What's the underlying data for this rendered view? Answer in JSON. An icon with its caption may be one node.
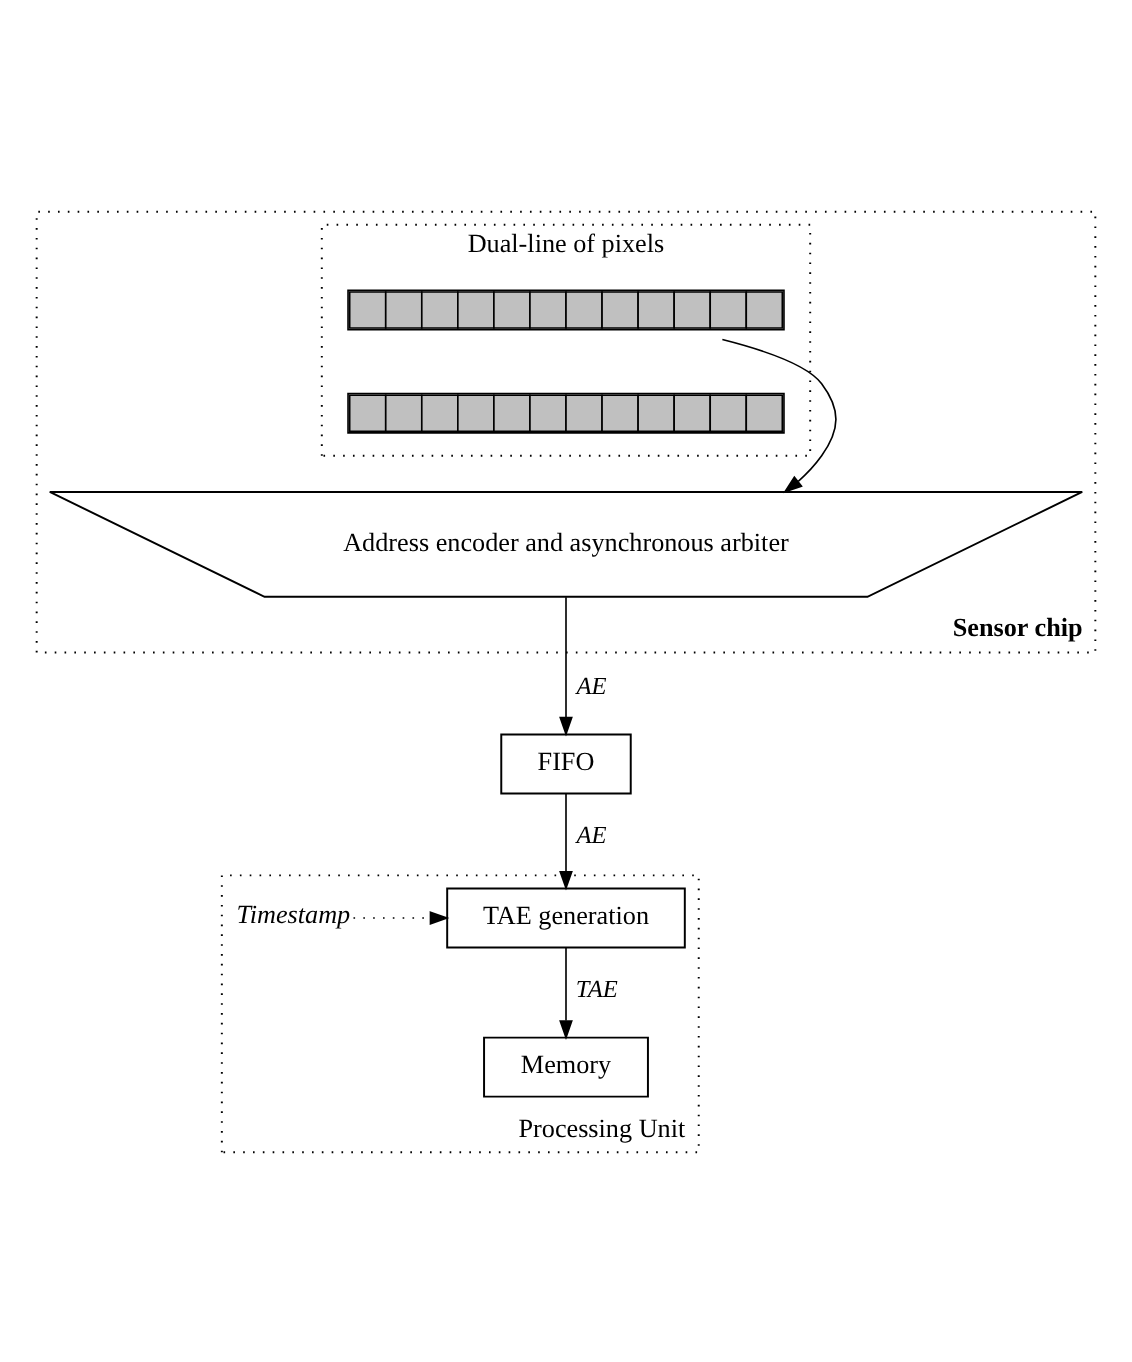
{
  "diagram": {
    "nodes": [
      {
        "text": [
          "Sensor chip"
        ]
      },
      {
        "text": [
          "Dual-line of pixels"
        ],
        "in": 0
      },
      {
        "text": [],
        "shape": "bar",
        "in": 1
      },
      {
        "text": [],
        "shape": "bar",
        "in": 1
      },
      {
        "text": [
          "Address encoder and asynchronous arbiter"
        ],
        "in": 0
      },
      {
        "text": [
          "FIFO"
        ]
      },
      {
        "text": [
          "Processing Unit"
        ]
      },
      {
        "text": [
          "TAE generation"
        ],
        "in": 6
      },
      {
        "text": [
          "Memory"
        ],
        "in": 6
      },
      {
        "text": [
          "Timestamp"
        ],
        "in": 6
      }
    ],
    "edges": [
      {
        "from": 2,
        "to": 4,
        "arrow": "to"
      },
      {
        "from": 4,
        "to": 5,
        "arrow": "to",
        "label": "AE"
      },
      {
        "from": 5,
        "to": 7,
        "arrow": "to",
        "label": "AE"
      },
      {
        "from": 9,
        "to": 7,
        "arrow": "to",
        "style": "dashed"
      },
      {
        "from": 7,
        "to": 8,
        "arrow": "to",
        "label": "TAE"
      }
    ]
  }
}
